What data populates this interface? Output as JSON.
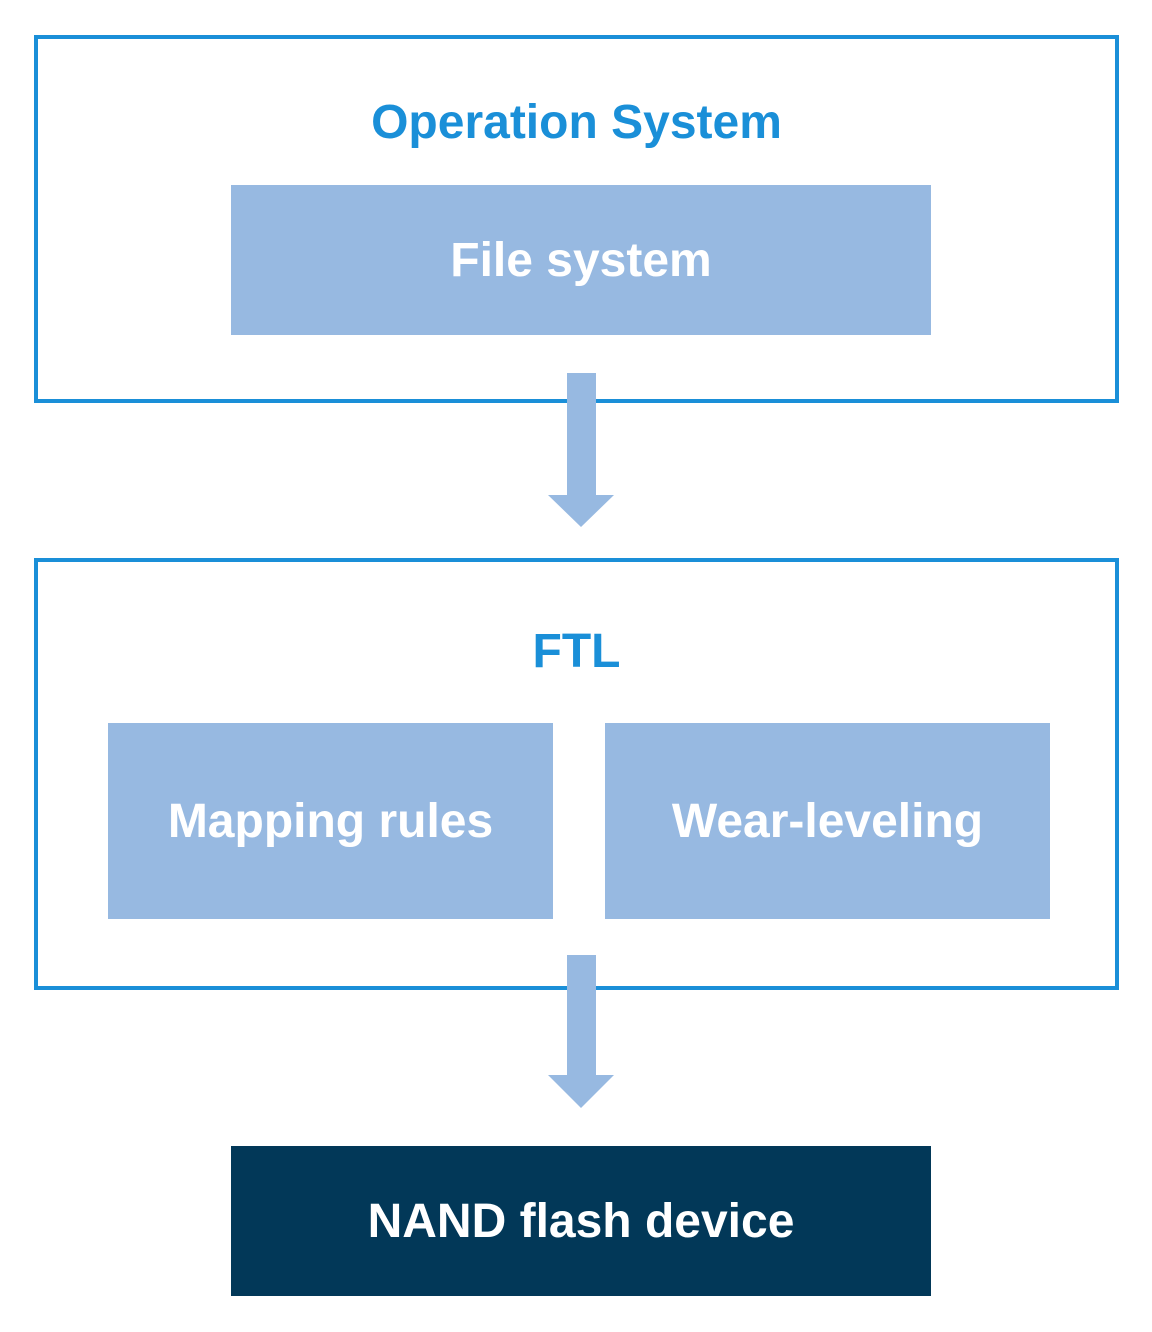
{
  "diagram": {
    "os_layer": {
      "title": "Operation System",
      "file_system": "File system"
    },
    "ftl_layer": {
      "title": "FTL",
      "mapping_rules": "Mapping rules",
      "wear_leveling": "Wear-leveling"
    },
    "device": {
      "label": "NAND flash device"
    },
    "colors": {
      "frame_border": "#1a8fd8",
      "title_text": "#1a8fd8",
      "component_fill": "#97b9e1",
      "arrow_fill": "#97b9e1",
      "device_fill": "#023858",
      "box_text": "#ffffff"
    }
  }
}
